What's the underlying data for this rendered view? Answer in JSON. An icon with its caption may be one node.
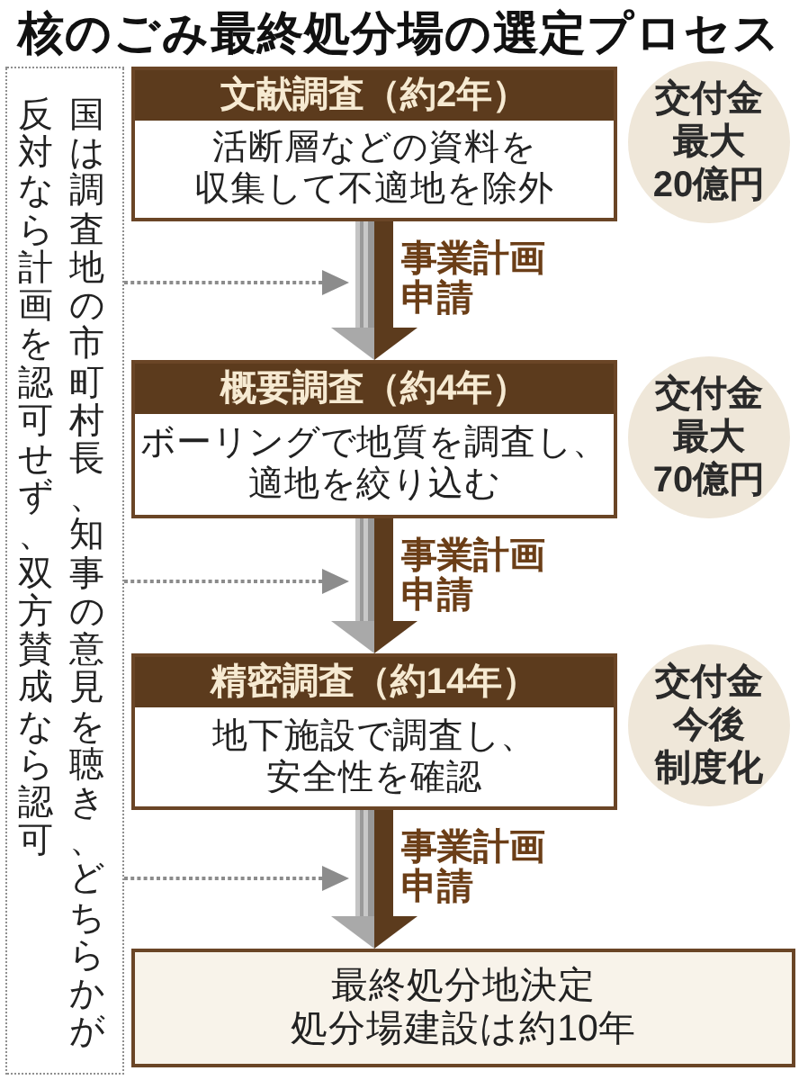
{
  "diagram": {
    "title": "核のごみ最終処分場の選定プロセス",
    "nodes": [
      {
        "text": [
          "国は調査地の市町村長、知事の意見を聴き、どちらかが反対なら計画を認可せず、双方賛成なら認可"
        ]
      },
      {
        "text": [
          "文献調査（約2年）",
          "活断層などの資料を収集して不適地を除外"
        ]
      },
      {
        "text": [
          "交付金最大20億円"
        ]
      },
      {
        "text": [
          "概要調査（約4年）",
          "ボーリングで地質を調査し、適地を絞り込む"
        ]
      },
      {
        "text": [
          "交付金最大70億円"
        ]
      },
      {
        "text": [
          "精密調査（約14年）",
          "地下施設で調査し、安全性を確認"
        ]
      },
      {
        "text": [
          "交付金今後制度化"
        ]
      },
      {
        "text": [
          "最終処分地決定",
          "処分場建設は約10年"
        ]
      }
    ],
    "edges": [
      {
        "from": 1,
        "to": 3,
        "arrow": "to",
        "label": "事業計画申請",
        "style": "thick"
      },
      {
        "from": 3,
        "to": 5,
        "arrow": "to",
        "label": "事業計画申請",
        "style": "thick"
      },
      {
        "from": 5,
        "to": 7,
        "arrow": "to",
        "label": "事業計画申請",
        "style": "thick"
      },
      {
        "from": 0,
        "to": null,
        "arrow": "to",
        "style": "dashed",
        "color": "#8c8c8c"
      },
      {
        "from": 0,
        "to": null,
        "arrow": "to",
        "style": "dashed",
        "color": "#8c8c8c"
      },
      {
        "from": 0,
        "to": null,
        "arrow": "to",
        "style": "dashed",
        "color": "#8c8c8c"
      }
    ]
  }
}
